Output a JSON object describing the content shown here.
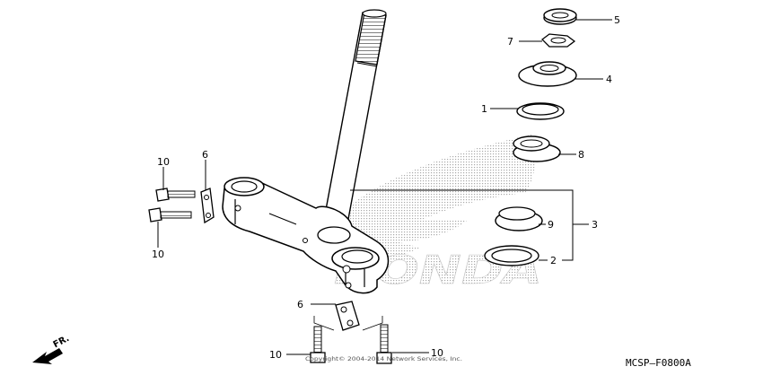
{
  "watermark": {
    "brand": "HONDA",
    "colors": {
      "dots": "#9a9a9a"
    }
  },
  "diagram": {
    "code": "MCSP–F0800A",
    "copyright": "Copyright© 2004-2014 Network Services, Inc.",
    "direction": "FR.",
    "callouts": [
      {
        "id": "c5",
        "label": "5"
      },
      {
        "id": "c7",
        "label": "7"
      },
      {
        "id": "c4",
        "label": "4"
      },
      {
        "id": "c1",
        "label": "1"
      },
      {
        "id": "c8",
        "label": "8"
      },
      {
        "id": "c9",
        "label": "9"
      },
      {
        "id": "c3",
        "label": "3"
      },
      {
        "id": "c2",
        "label": "2"
      },
      {
        "id": "c10a",
        "label": "10"
      },
      {
        "id": "c6a",
        "label": "6"
      },
      {
        "id": "c10b",
        "label": "10"
      },
      {
        "id": "c6b",
        "label": "6"
      },
      {
        "id": "c10c",
        "label": "10"
      },
      {
        "id": "c10d",
        "label": "10"
      }
    ]
  }
}
